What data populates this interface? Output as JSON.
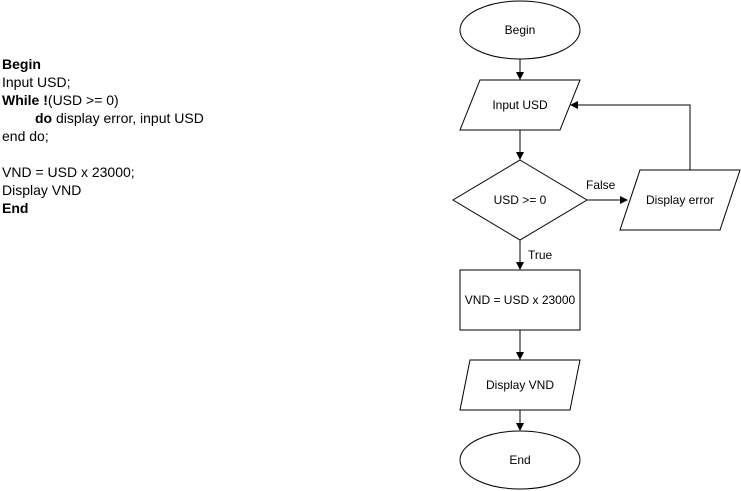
{
  "pseudocode": {
    "l1_kw": "Begin",
    "l2": "Input USD;",
    "l3_kw": "While",
    "l3_not": "!",
    "l3_rest": "(USD >= 0)",
    "l4_kw": "do",
    "l4_rest": " display error, input USD",
    "l5": "end do;",
    "l7": "VND = USD x 23000;",
    "l8": "Display VND",
    "l9_kw": "End"
  },
  "flowchart": {
    "begin": "Begin",
    "input": "Input USD",
    "decision": "USD >= 0",
    "false_label": "False",
    "error": "Display error",
    "true_label": "True",
    "process": "VND = USD x 23000",
    "output": "Display VND",
    "end": "End"
  }
}
